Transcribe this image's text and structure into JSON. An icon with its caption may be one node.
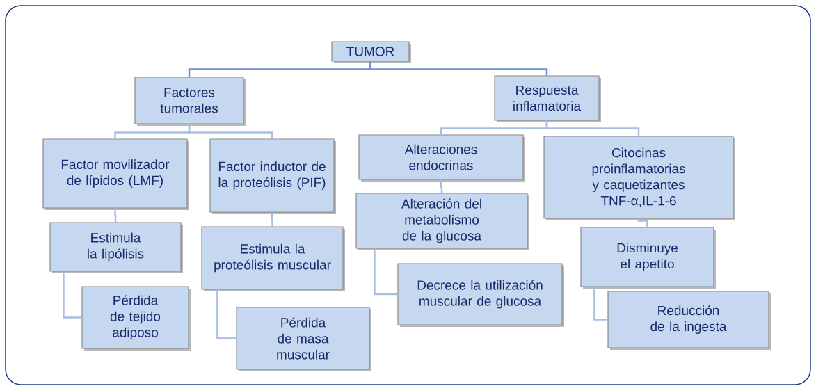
{
  "diagram": {
    "nodes": [
      {
        "text": [
          "TUMOR"
        ]
      },
      {
        "text": [
          "Factores tumorales"
        ]
      },
      {
        "text": [
          "Respuesta inflamatoria"
        ]
      },
      {
        "text": [
          "Factor movilizador de lípidos (LMF)"
        ]
      },
      {
        "text": [
          "Factor inductor de la proteólisis (PIF)"
        ]
      },
      {
        "text": [
          "Alteraciones endocrinas"
        ]
      },
      {
        "text": [
          "Citocinas proinflamatorias y caquetizantes TNF-α,IL-1-6"
        ]
      },
      {
        "text": [
          "Estimula la lipólisis"
        ]
      },
      {
        "text": [
          "Estimula la proteólisis muscular"
        ]
      },
      {
        "text": [
          "Alteración del metabolismo de la glucosa"
        ]
      },
      {
        "text": [
          "Decrece la utilización muscular de glucosa"
        ]
      },
      {
        "text": [
          "Disminuye el apetito"
        ]
      },
      {
        "text": [
          "Pérdida de tejido adiposo"
        ]
      },
      {
        "text": [
          "Pérdida de masa muscular"
        ]
      },
      {
        "text": [
          "Reducción de la ingesta"
        ]
      }
    ],
    "edges": [
      {
        "from": 0,
        "to": 1,
        "arrow": "none",
        "color": "#6f8fca"
      },
      {
        "from": 0,
        "to": 2,
        "arrow": "none",
        "color": "#6f8fca"
      },
      {
        "from": 1,
        "to": 3,
        "arrow": "none"
      },
      {
        "from": 1,
        "to": 4,
        "arrow": "none"
      },
      {
        "from": 2,
        "to": 5,
        "arrow": "none"
      },
      {
        "from": 2,
        "to": 6,
        "arrow": "none"
      },
      {
        "from": 3,
        "to": 7,
        "arrow": "none"
      },
      {
        "from": 7,
        "to": 12,
        "arrow": "none"
      },
      {
        "from": 4,
        "to": 8,
        "arrow": "none"
      },
      {
        "from": 8,
        "to": 13,
        "arrow": "none"
      },
      {
        "from": 5,
        "to": 9,
        "arrow": "none"
      },
      {
        "from": 9,
        "to": 10,
        "arrow": "none"
      },
      {
        "from": 6,
        "to": 11,
        "arrow": "none"
      },
      {
        "from": 11,
        "to": 14,
        "arrow": "none"
      }
    ]
  }
}
